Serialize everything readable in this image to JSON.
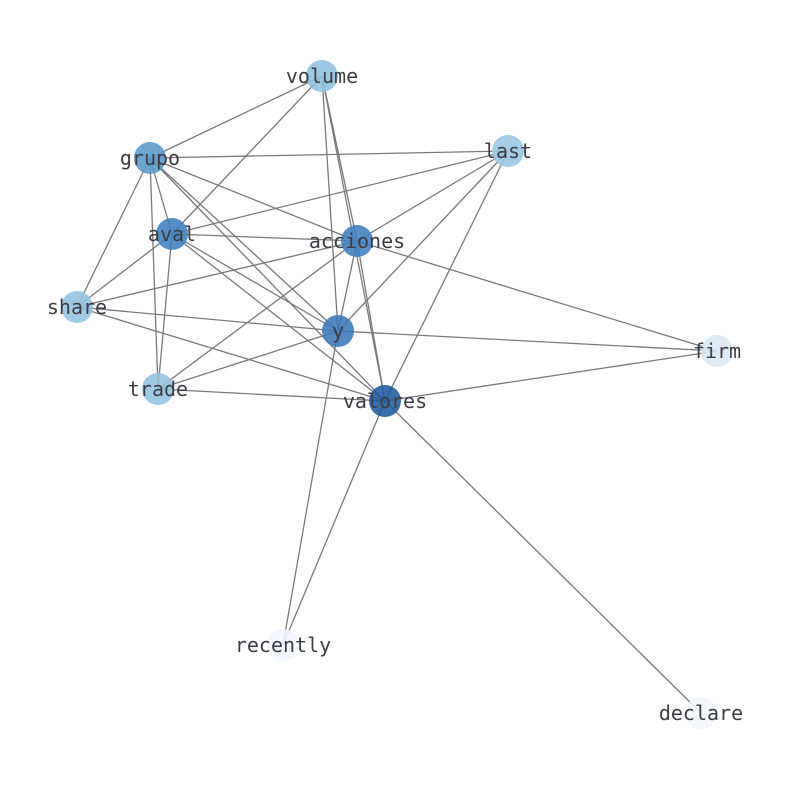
{
  "graph": {
    "edge_color": "#7a7a7a",
    "nodes": [
      {
        "id": "volume",
        "label": "volume",
        "color": "#8fc0df"
      },
      {
        "id": "grupo",
        "label": "grupo",
        "color": "#5a99c9"
      },
      {
        "id": "last",
        "label": "last",
        "color": "#97c6e1"
      },
      {
        "id": "aval",
        "label": "aval",
        "color": "#3f80bd"
      },
      {
        "id": "acciones",
        "label": "acciones",
        "color": "#3f80bd"
      },
      {
        "id": "share",
        "label": "share",
        "color": "#93c2df"
      },
      {
        "id": "y",
        "label": "y",
        "color": "#3b78b8"
      },
      {
        "id": "firm",
        "label": "firm",
        "color": "#dbe7f4"
      },
      {
        "id": "trade",
        "label": "trade",
        "color": "#93c2df"
      },
      {
        "id": "valores",
        "label": "valores",
        "color": "#1f5a9e"
      },
      {
        "id": "recently",
        "label": "recently",
        "color": "#f1f5fb"
      },
      {
        "id": "declare",
        "label": "declare",
        "color": "#f1f5fb"
      }
    ],
    "edges": [
      [
        "volume",
        "grupo"
      ],
      [
        "volume",
        "aval"
      ],
      [
        "volume",
        "y"
      ],
      [
        "volume",
        "valores"
      ],
      [
        "volume",
        "acciones"
      ],
      [
        "grupo",
        "last"
      ],
      [
        "grupo",
        "aval"
      ],
      [
        "grupo",
        "acciones"
      ],
      [
        "grupo",
        "share"
      ],
      [
        "grupo",
        "trade"
      ],
      [
        "grupo",
        "y"
      ],
      [
        "grupo",
        "valores"
      ],
      [
        "last",
        "aval"
      ],
      [
        "last",
        "acciones"
      ],
      [
        "last",
        "y"
      ],
      [
        "last",
        "valores"
      ],
      [
        "aval",
        "acciones"
      ],
      [
        "aval",
        "share"
      ],
      [
        "aval",
        "trade"
      ],
      [
        "aval",
        "y"
      ],
      [
        "aval",
        "valores"
      ],
      [
        "acciones",
        "share"
      ],
      [
        "acciones",
        "trade"
      ],
      [
        "acciones",
        "y"
      ],
      [
        "acciones",
        "firm"
      ],
      [
        "acciones",
        "valores"
      ],
      [
        "share",
        "y"
      ],
      [
        "share",
        "valores"
      ],
      [
        "y",
        "trade"
      ],
      [
        "y",
        "firm"
      ],
      [
        "y",
        "recently"
      ],
      [
        "trade",
        "valores"
      ],
      [
        "firm",
        "valores"
      ],
      [
        "valores",
        "recently"
      ],
      [
        "valores",
        "declare"
      ]
    ]
  }
}
